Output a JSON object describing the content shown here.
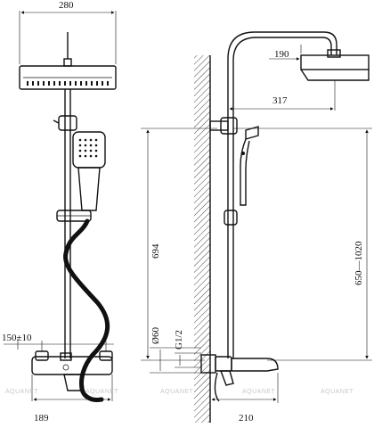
{
  "dimensions": {
    "head_width": "280",
    "spout_projection": "189",
    "mixer_spacing": "150±10",
    "head_width_side": "190",
    "head_projection": "317",
    "slide_rail_length": "694",
    "total_height": "650—1020",
    "wall_to_spout": "210",
    "eccentric_diameter": "Ø60",
    "thread": "G1/2"
  },
  "watermark": {
    "text": "AQUANET"
  },
  "colors": {
    "line": "#111111",
    "hatch": "#444444",
    "watermark": "#c8c8c8"
  }
}
